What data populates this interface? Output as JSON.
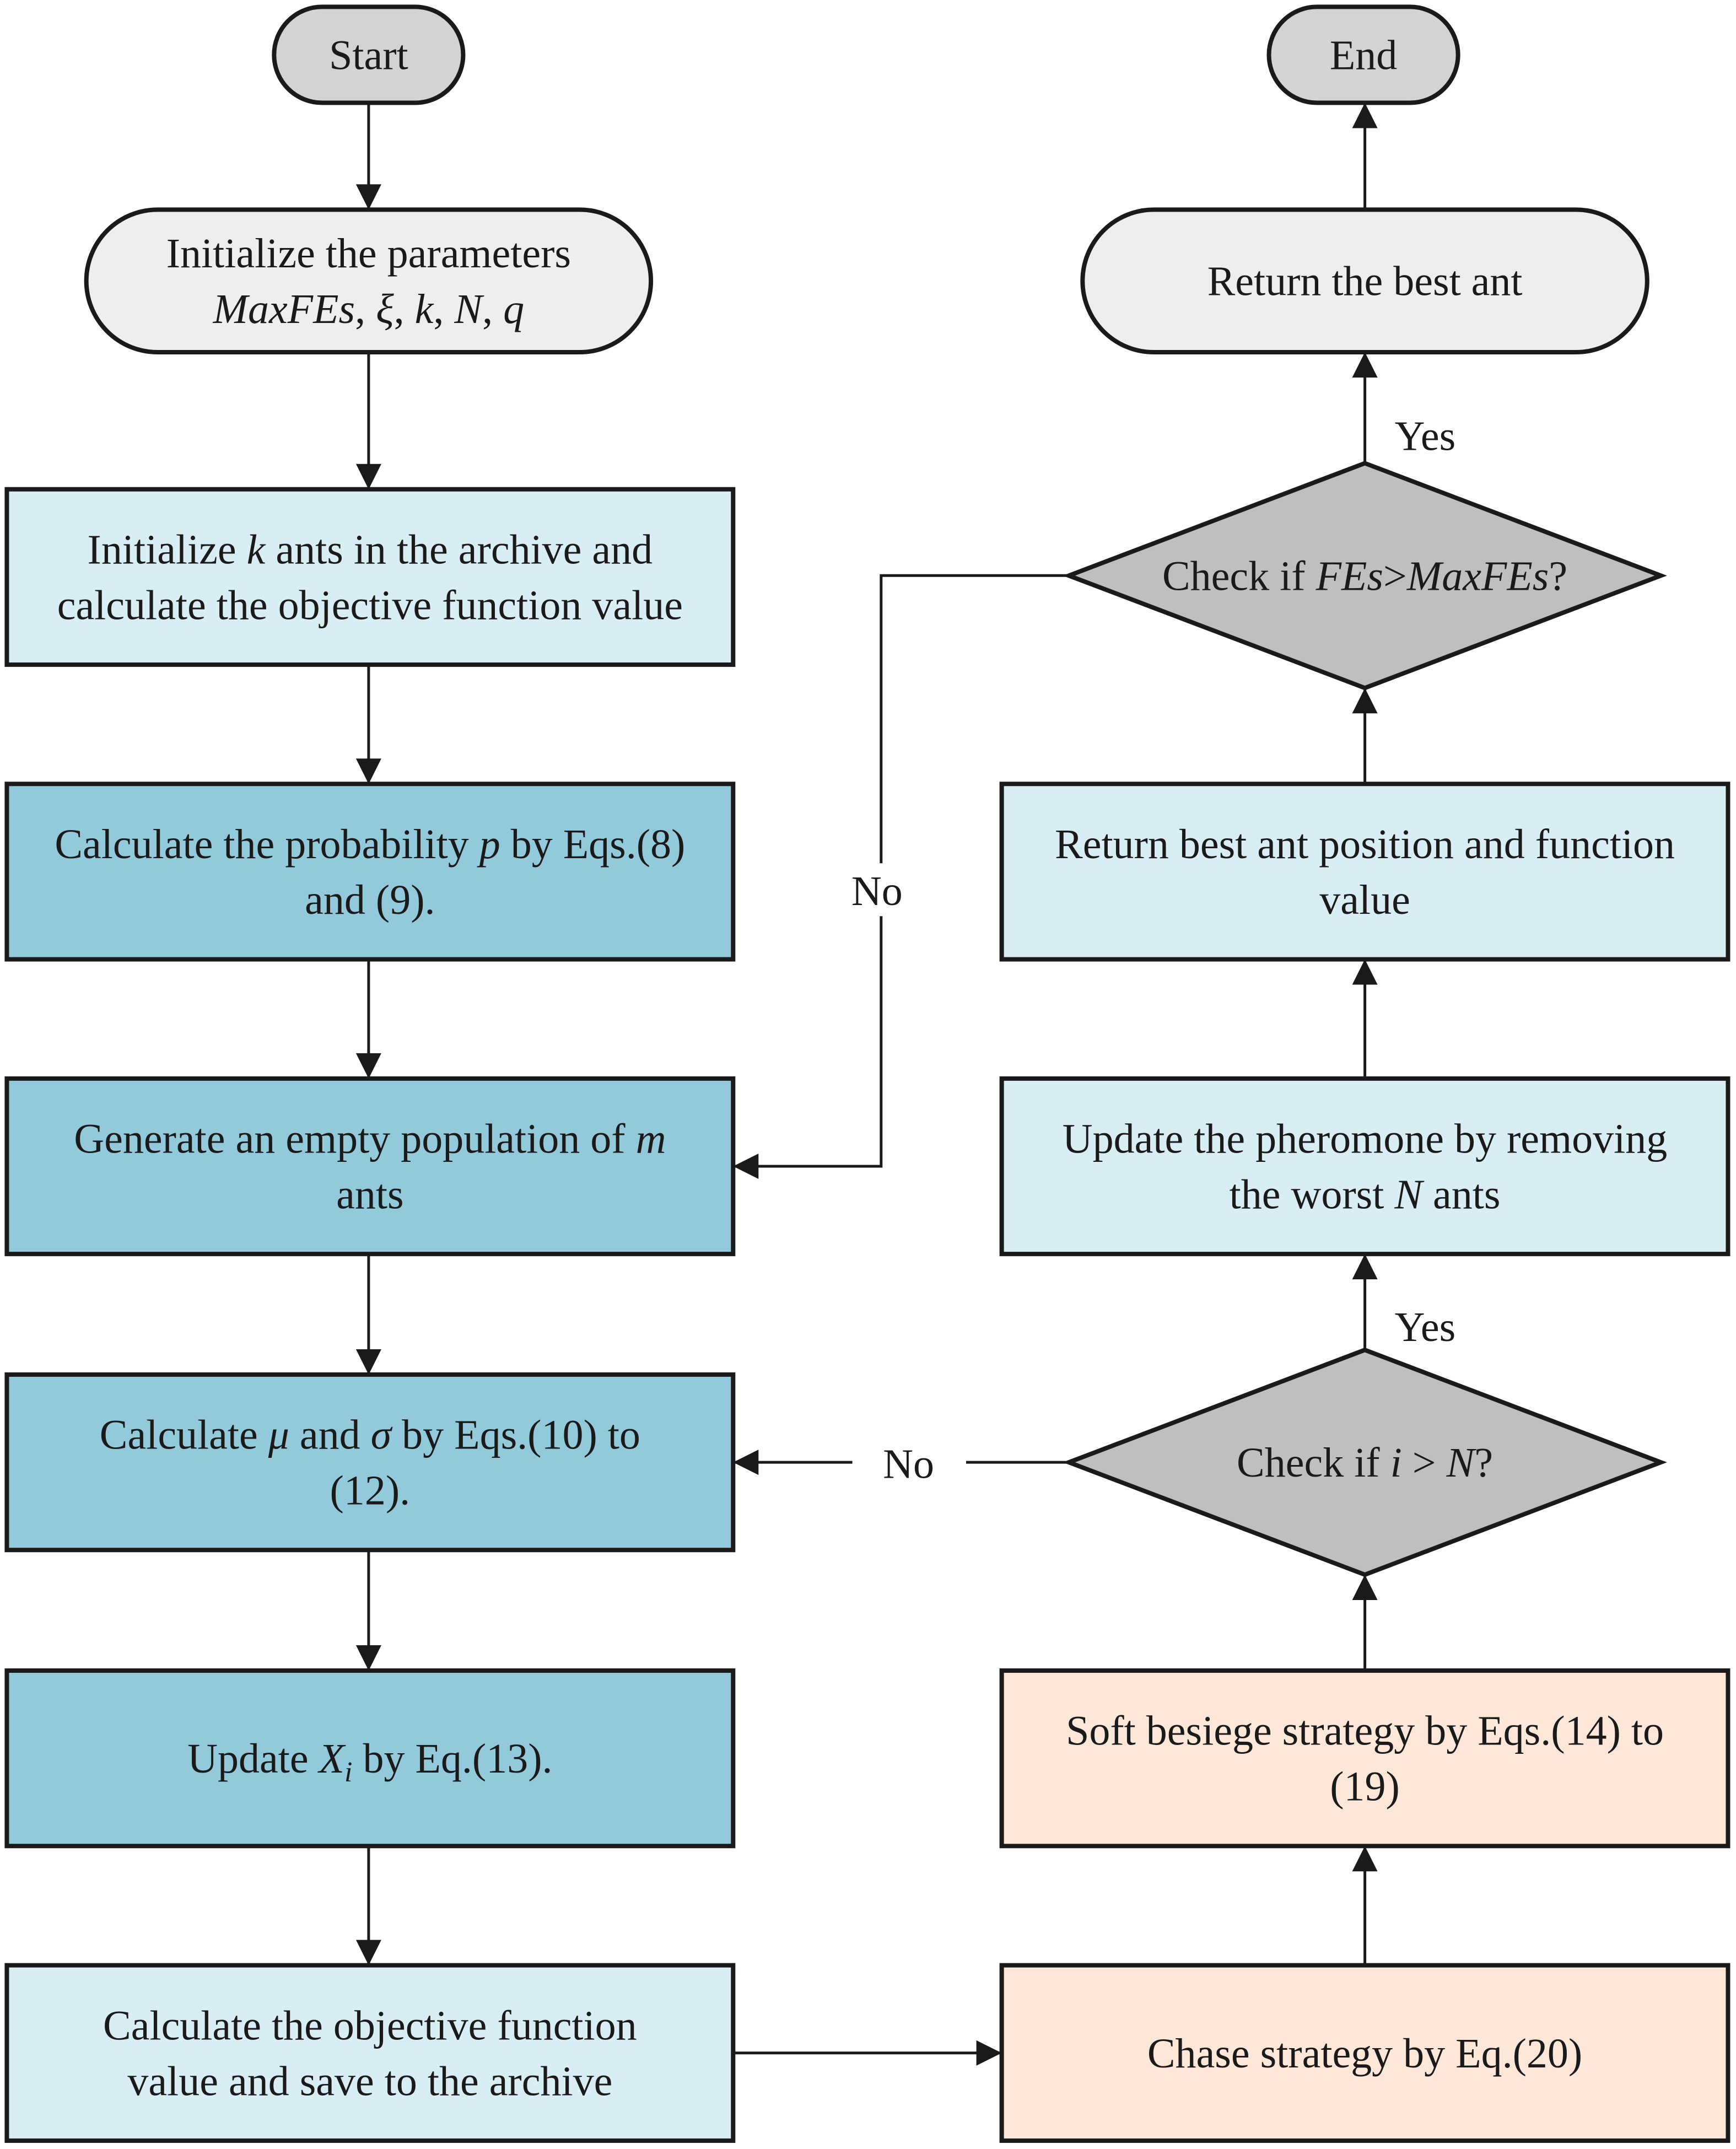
{
  "colors": {
    "terminal": "#d3d3d3",
    "init": "#eeeeee",
    "light": "#d9edf5",
    "dark": "#92cadb",
    "orange": "#fde7d8",
    "decision": "#bfbfbf",
    "stroke": "#1a1a1a"
  },
  "nodes": {
    "start": {
      "lines": [
        "Start"
      ]
    },
    "end": {
      "lines": [
        "End"
      ]
    },
    "init_params": {
      "lines": [
        "Initialize the parameters",
        "MaxFEs, ξ, k, N, q"
      ]
    },
    "init_ants": {
      "lines": [
        "Initialize k ants in the archive and",
        "calculate the objective function value"
      ]
    },
    "calc_prob": {
      "lines": [
        "Calculate the probability p by Eqs.(8)",
        "and (9)."
      ]
    },
    "gen_pop": {
      "lines": [
        "Generate an empty population of m",
        "ants"
      ]
    },
    "calc_mu": {
      "lines": [
        "Calculate μ and σ by Eqs.(10) to",
        "(12)."
      ]
    },
    "update_x": {
      "lines": [
        "Update Xi by Eq.(13)."
      ]
    },
    "calc_obj": {
      "lines": [
        "Calculate the objective function",
        "value and save to the archive"
      ]
    },
    "chase": {
      "lines": [
        "Chase strategy by Eq.(20)"
      ]
    },
    "soft": {
      "lines": [
        "Soft besiege strategy by Eqs.(14) to",
        "(19)"
      ]
    },
    "check_i": {
      "lines": [
        "Check if i > N?"
      ]
    },
    "update_ph": {
      "lines": [
        "Update the pheromone by removing",
        "the worst N ants"
      ]
    },
    "return_pos": {
      "lines": [
        "Return best ant position and function",
        "value"
      ]
    },
    "check_fes": {
      "lines": [
        "Check if FEs>MaxFEs?"
      ]
    },
    "return_best": {
      "lines": [
        "Return the best ant"
      ]
    }
  },
  "edge_labels": {
    "yes_top": "Yes",
    "yes_mid": "Yes",
    "no_left": "No",
    "no_mid": "No"
  }
}
